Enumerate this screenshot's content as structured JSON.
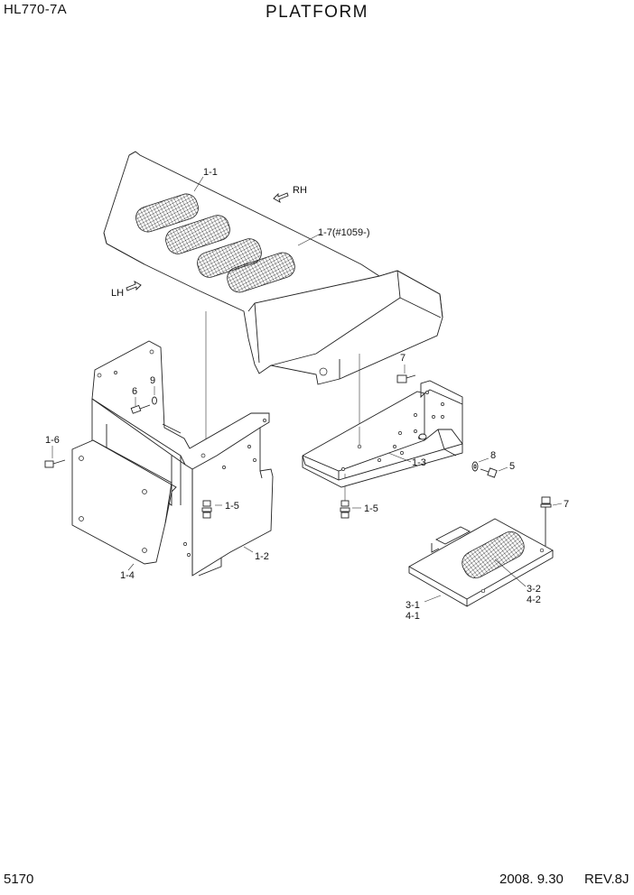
{
  "header": {
    "model": "HL770-7A",
    "title": "PLATFORM"
  },
  "footer": {
    "page_number": "5170",
    "date": "2008. 9.30",
    "revision": "REV.8J"
  },
  "directions": {
    "rh": "RH",
    "lh": "LH"
  },
  "callouts": {
    "c1_1": "1-1",
    "c1_7": "1-7(#1059-)",
    "c7_top": "7",
    "c9": "9",
    "c6": "6",
    "c1_6": "1-6",
    "c1_5_left": "1-5",
    "c1_2": "1-2",
    "c1_4": "1-4",
    "c1_3": "1-3",
    "c8": "8",
    "c5": "5",
    "c1_5_right": "1-5",
    "c7_right": "7",
    "c3_2": "3-2",
    "c4_2": "4-2",
    "c3_1": "3-1",
    "c4_1": "4-1"
  }
}
